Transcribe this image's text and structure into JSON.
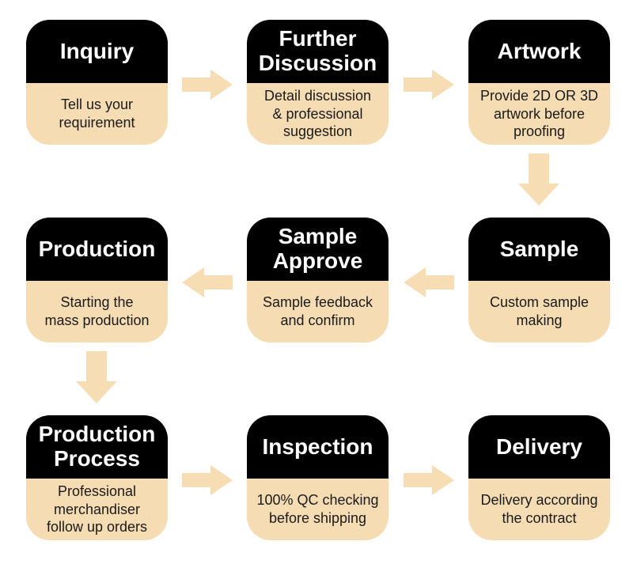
{
  "colors": {
    "header_bg": "#000000",
    "body_bg": "#f6dcb3",
    "arrow": "#f7ddb4",
    "title_color": "#ffffff",
    "text_color": "#1a1a1a"
  },
  "cards": [
    {
      "id": "inquiry",
      "title": "Inquiry",
      "description": "Tell us your\nrequirement"
    },
    {
      "id": "further-discussion",
      "title": "Further\nDiscussion",
      "description": "Detail discussion\n& professional\nsuggestion"
    },
    {
      "id": "artwork",
      "title": "Artwork",
      "description": "Provide 2D OR 3D\nartwork before\nproofing"
    },
    {
      "id": "production",
      "title": "Production",
      "description": "Starting the\nmass production"
    },
    {
      "id": "sample-approve",
      "title": "Sample\nApprove",
      "description": "Sample feedback\nand confirm"
    },
    {
      "id": "sample",
      "title": "Sample",
      "description": "Custom sample\nmaking"
    },
    {
      "id": "production-process",
      "title": "Production\nProcess",
      "description": "Professional\nmerchandiser\nfollow up orders"
    },
    {
      "id": "inspection",
      "title": "Inspection",
      "description": "100% QC checking\nbefore shipping"
    },
    {
      "id": "delivery",
      "title": "Delivery",
      "description": "Delivery according\nthe contract"
    }
  ],
  "connectors": [
    {
      "id": "inquiry-to-further-discussion",
      "direction": "right"
    },
    {
      "id": "further-discussion-to-artwork",
      "direction": "right"
    },
    {
      "id": "artwork-to-sample",
      "direction": "down"
    },
    {
      "id": "sample-to-sample-approve",
      "direction": "left"
    },
    {
      "id": "sample-approve-to-production",
      "direction": "left"
    },
    {
      "id": "production-to-production-process",
      "direction": "down"
    },
    {
      "id": "production-process-to-inspection",
      "direction": "right"
    },
    {
      "id": "inspection-to-delivery",
      "direction": "right"
    }
  ]
}
